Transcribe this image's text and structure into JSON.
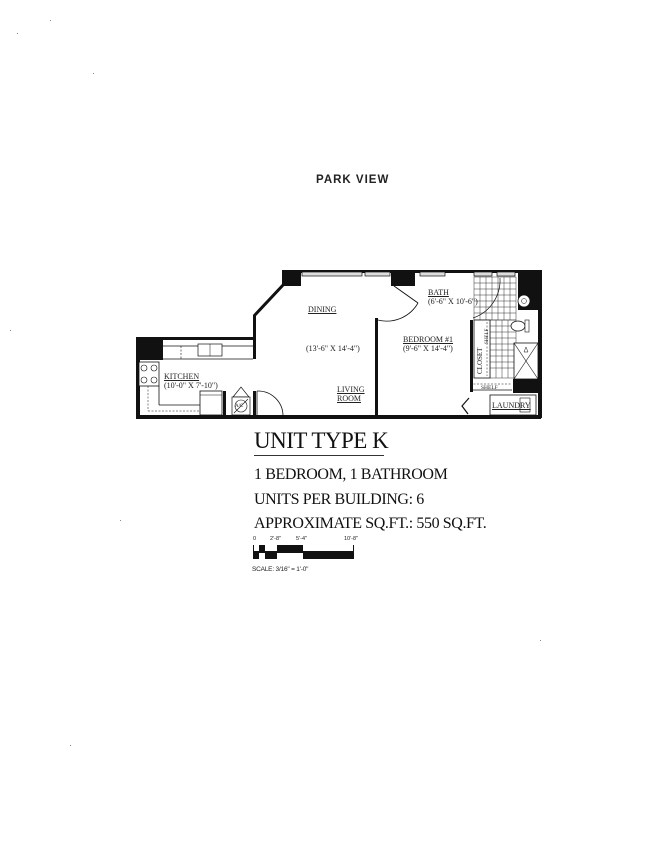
{
  "header": {
    "view_label": "PARK VIEW"
  },
  "floor_plan": {
    "rooms": [
      {
        "name": "DINING",
        "dimensions": ""
      },
      {
        "name": "",
        "dimensions": "(13'-6\" X 14'-4\")"
      },
      {
        "name": "LIVING",
        "name_line2": "ROOM"
      },
      {
        "name": "KITCHEN",
        "dimensions": "(10'-0\" X 7'-10\")"
      },
      {
        "name": "BEDROOM #1",
        "dimensions": "(9'-6\" X 14'-4\")"
      },
      {
        "name": "BATH",
        "dimensions": "(6'-6\" X 10'-6\")"
      },
      {
        "name": "CLOSET"
      },
      {
        "name": "SHELF"
      },
      {
        "name": "SHELF"
      },
      {
        "name": "LAUNDRY"
      },
      {
        "name": "A/C"
      }
    ]
  },
  "unit_info": {
    "title": "UNIT TYPE K",
    "bed_bath": "1 BEDROOM, 1 BATHROOM",
    "units_per_building": "UNITS PER BUILDING: 6",
    "approx_sqft": "APPROXIMATE SQ.FT.: 550 SQ.FT."
  },
  "scale_bar": {
    "ticks": [
      "0",
      "2'-8\"",
      "5'-4\"",
      "10'-8\""
    ],
    "label": "SCALE: 3/16\" = 1'-0\""
  }
}
